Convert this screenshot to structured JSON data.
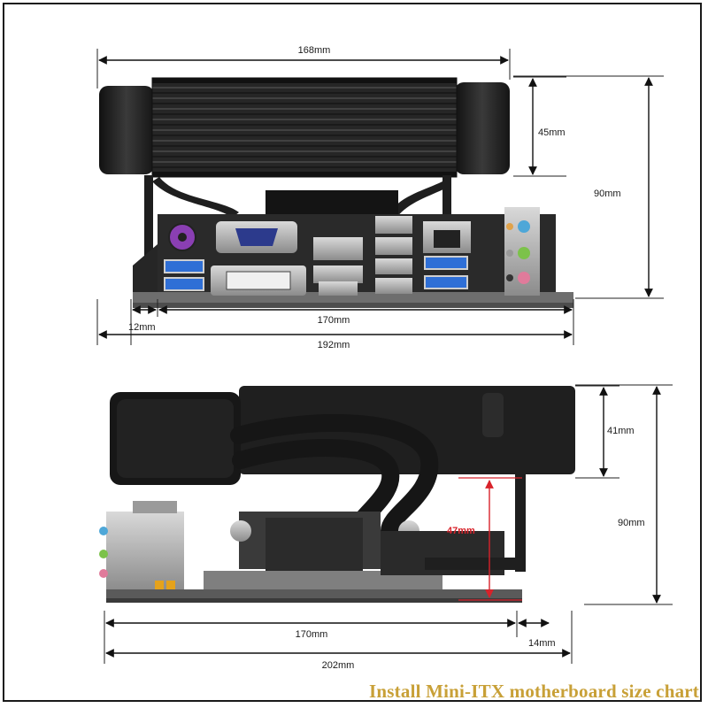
{
  "caption": {
    "text": "Install Mini-ITX motherboard size chart",
    "color": "#c8a037"
  },
  "top_view": {
    "width_radiator": "168mm",
    "height_radiator": "45mm",
    "height_total": "90mm",
    "offset_left": "12mm",
    "width_board": "170mm",
    "width_total": "192mm"
  },
  "side_view": {
    "height_radiator": "41mm",
    "clearance": "47mm",
    "height_total": "90mm",
    "width_board": "170mm",
    "offset_right": "14mm",
    "width_total": "202mm"
  },
  "colors": {
    "clearance_red": "#d8222a",
    "hardware_dark": "#1f1f1f",
    "board_gray": "#6e6e6e",
    "port_blue": "#2f6fd6",
    "audio_green": "#7cc24a",
    "audio_pink": "#e07b9b"
  }
}
